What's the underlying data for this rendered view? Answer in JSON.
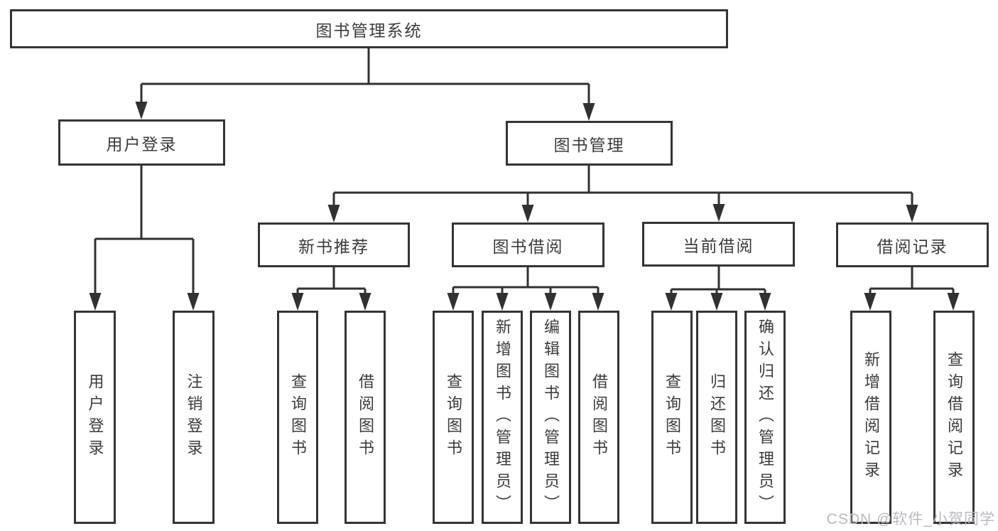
{
  "nodes": {
    "root": {
      "label": "图书管理系统"
    },
    "user_login": {
      "label": "用户登录"
    },
    "book_mgmt": {
      "label": "图书管理"
    },
    "new_book_rec": {
      "label": "新书推荐"
    },
    "book_borrow": {
      "label": "图书借阅"
    },
    "current_borrow": {
      "label": "当前借阅"
    },
    "borrow_records": {
      "label": "借阅记录"
    },
    "leaf_user_login": {
      "label": "用户登录"
    },
    "leaf_logout_login": {
      "label": "注销登录"
    },
    "leaf_query_book_a": {
      "label": "查询图书"
    },
    "leaf_borrow_book_a": {
      "label": "借阅图书"
    },
    "leaf_query_book_b": {
      "label": "查询图书"
    },
    "leaf_add_book_admin": {
      "label": "新增图书（管理员）"
    },
    "leaf_edit_book_admin": {
      "label": "编辑图书（管理员）"
    },
    "leaf_borrow_book_b": {
      "label": "借阅图书"
    },
    "leaf_query_book_c": {
      "label": "查询图书"
    },
    "leaf_return_book": {
      "label": "归还图书"
    },
    "leaf_confirm_return_admin": {
      "label": "确认归还（管理员）"
    },
    "leaf_add_borrow_record": {
      "label": "新增借阅记录"
    },
    "leaf_query_borrow_record": {
      "label": "查询借阅记录"
    }
  },
  "hierarchy": {
    "图书管理系统": {
      "用户登录": [
        "用户登录",
        "注销登录"
      ],
      "图书管理": {
        "新书推荐": [
          "查询图书",
          "借阅图书"
        ],
        "图书借阅": [
          "查询图书",
          "新增图书（管理员）",
          "编辑图书（管理员）",
          "借阅图书"
        ],
        "当前借阅": [
          "查询图书",
          "归还图书",
          "确认归还（管理员）"
        ],
        "借阅记录": [
          "新增借阅记录",
          "查询借阅记录"
        ]
      }
    }
  },
  "watermark": {
    "text": "CSDN @软件_小贺同学"
  },
  "colors": {
    "line": "#313131",
    "node_border": "#343434",
    "text": "#3b3b3b",
    "watermark": "#b9babe",
    "background": "#ffffff"
  }
}
